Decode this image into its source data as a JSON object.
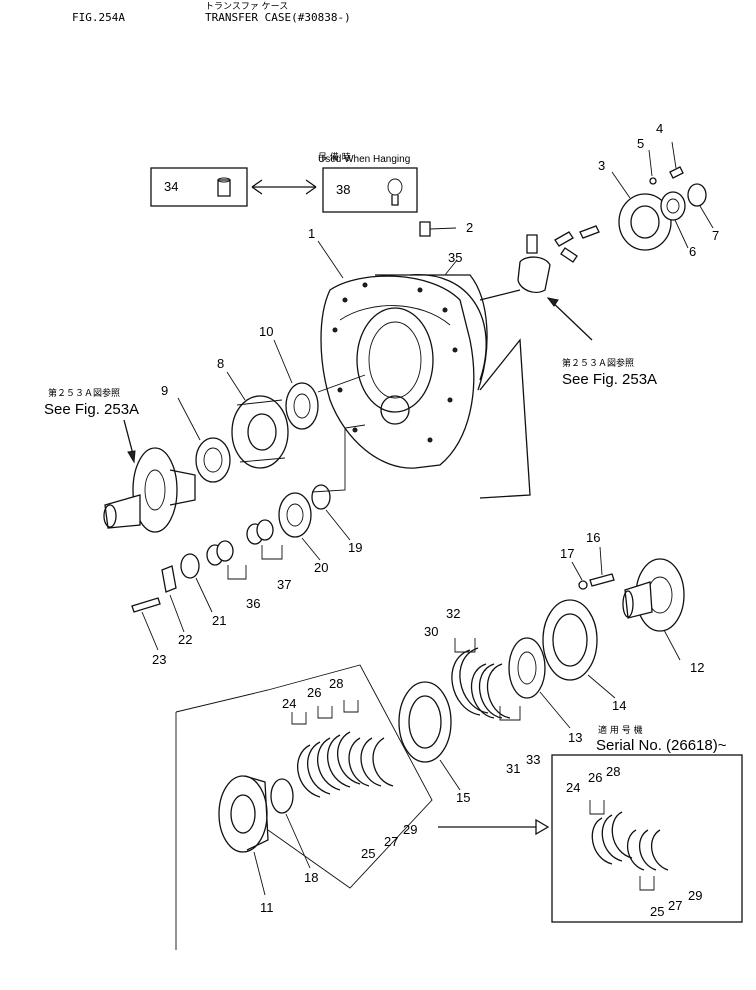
{
  "header": {
    "fig_label": "FIG.254A",
    "title": "TRANSFER CASE(#30838-)",
    "title_jp": "トランスファ ケース"
  },
  "hanging_note": {
    "jp": "吊 備 時",
    "en": "Used When Hanging"
  },
  "refs": {
    "left_jp": "第２５３Ａ図参照",
    "left_en": "See Fig. 253A",
    "right_jp": "第２５３Ａ図参照",
    "right_en": "See Fig. 253A"
  },
  "serial": {
    "jp": "適 用 号 機",
    "en": "Serial No. (26618)~"
  },
  "callouts": {
    "n1": "1",
    "n2": "2",
    "n3": "3",
    "n4": "4",
    "n5": "5",
    "n6": "6",
    "n7": "7",
    "n8": "8",
    "n9": "9",
    "n10": "10",
    "n11": "11",
    "n12": "12",
    "n13": "13",
    "n14": "14",
    "n15": "15",
    "n16": "16",
    "n17": "17",
    "n18": "18",
    "n19": "19",
    "n20": "20",
    "n21": "21",
    "n22": "22",
    "n23": "23",
    "n24": "24",
    "n25": "25",
    "n26": "26",
    "n27": "27",
    "n28": "28",
    "n29": "29",
    "n30": "30",
    "n31": "31",
    "n32": "32",
    "n33": "33",
    "n34": "34",
    "n35": "35",
    "n36": "36",
    "n37": "37",
    "n38": "38",
    "b24": "24",
    "b25": "25",
    "b26": "26",
    "b27": "27",
    "b28": "28",
    "b29": "29"
  }
}
